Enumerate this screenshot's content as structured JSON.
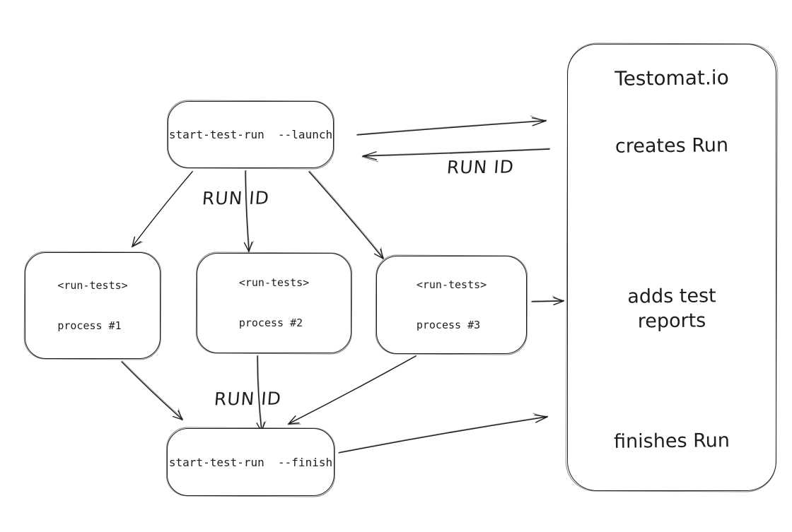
{
  "canvas": {
    "background": "#ffffff",
    "stroke_color": "#1e1e1e"
  },
  "nodes": {
    "launch": {
      "label": "start-test-run  --launch"
    },
    "process1": {
      "line1": "<run-tests>",
      "line2": "process #1"
    },
    "process2": {
      "line1": "<run-tests>",
      "line2": "process #2"
    },
    "process3": {
      "line1": "<run-tests>",
      "line2": "process #3"
    },
    "finish": {
      "label": "start-test-run  --finish"
    },
    "testomat": {
      "title": "Testomat.io",
      "steps": {
        "creates": "creates Run",
        "adds_line1": "adds test",
        "adds_line2": "reports",
        "finishes": "finishes Run"
      }
    }
  },
  "edge_labels": {
    "top": "RUN ID",
    "middle": "RUN ID",
    "bottom": "RUN ID"
  },
  "edges": [
    {
      "from": "launch",
      "to": "testomat",
      "label": ""
    },
    {
      "from": "testomat",
      "to": "launch",
      "label": "RUN ID"
    },
    {
      "from": "launch",
      "to": "process1",
      "label": "RUN ID"
    },
    {
      "from": "launch",
      "to": "process2",
      "label": "RUN ID"
    },
    {
      "from": "launch",
      "to": "process3",
      "label": "RUN ID"
    },
    {
      "from": "process3",
      "to": "testomat",
      "label": ""
    },
    {
      "from": "process1",
      "to": "finish",
      "label": "RUN ID"
    },
    {
      "from": "process2",
      "to": "finish",
      "label": "RUN ID"
    },
    {
      "from": "process3",
      "to": "finish",
      "label": "RUN ID"
    },
    {
      "from": "finish",
      "to": "testomat",
      "label": ""
    }
  ]
}
